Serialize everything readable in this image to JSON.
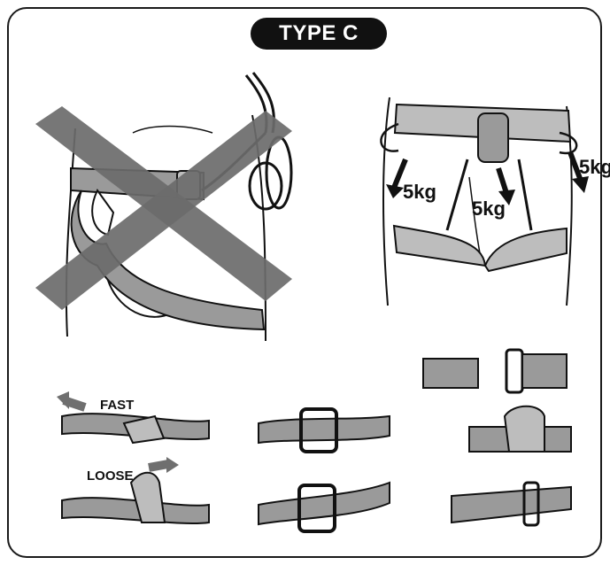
{
  "title": "TYPE C",
  "weight_labels": [
    "5kg",
    "5kg",
    "5kg"
  ],
  "buckle_labels": {
    "fast": "FAST",
    "loose": "LOOSE"
  },
  "colors": {
    "ink": "#111111",
    "strap": "#9a9a9a",
    "strap_dark": "#6f6f6f",
    "cross": "#6b6b6b",
    "band": "#bdbdbd",
    "skin": "#ffffff"
  }
}
